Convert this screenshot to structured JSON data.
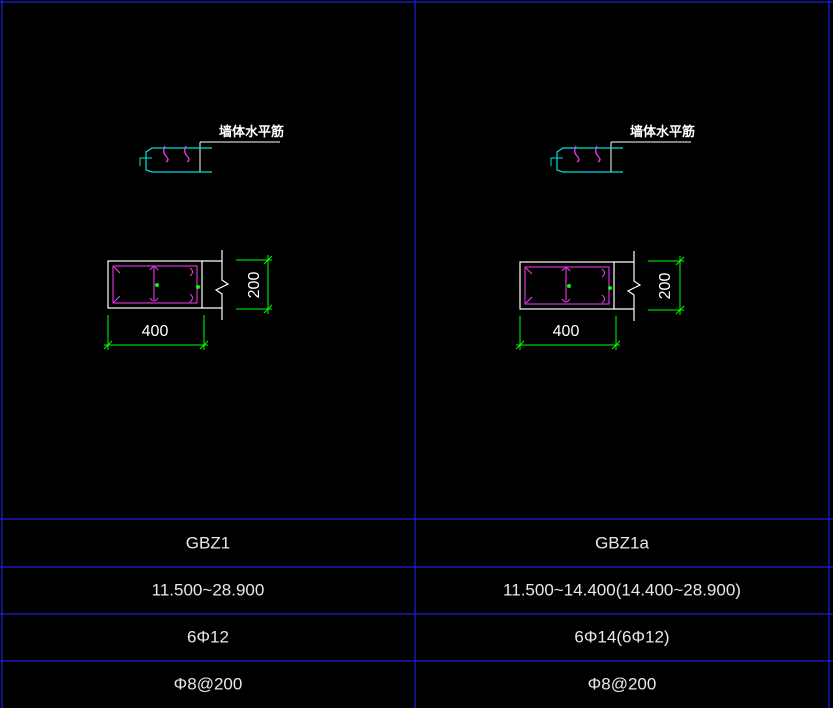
{
  "panels": [
    {
      "label_rebar": "墙体水平筋",
      "dim_width": "400",
      "dim_height": "200"
    },
    {
      "label_rebar": "墙体水平筋",
      "dim_width": "400",
      "dim_height": "200"
    }
  ],
  "table": {
    "rows": [
      [
        "GBZ1",
        "GBZ1a"
      ],
      [
        "11.500~28.900",
        "11.500~14.400(14.400~28.900)"
      ],
      [
        "6Φ12",
        "6Φ14(6Φ12)"
      ],
      [
        "Φ8@200",
        "Φ8@200"
      ]
    ]
  },
  "colors": {
    "background": "#000000",
    "grid": "#1f1fd8",
    "outline": "#ffffff",
    "stirrup": "#ff3cff",
    "tie": "#00e0e0",
    "dimension": "#00ff00",
    "bar_dot": "#00ff00"
  }
}
